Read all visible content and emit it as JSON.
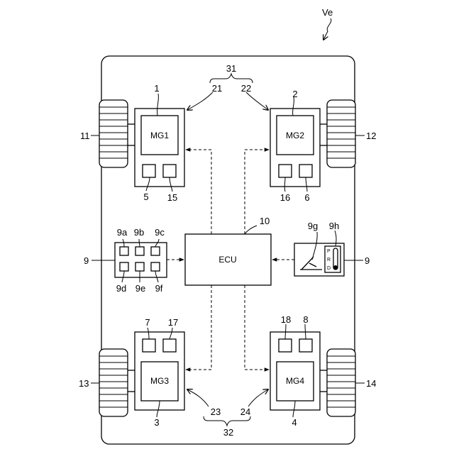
{
  "vehicle_label": "Ve",
  "labels": {
    "mg1": "MG1",
    "mg2": "MG2",
    "mg3": "MG3",
    "mg4": "MG4",
    "ecu": "ECU",
    "n1": "1",
    "n2": "2",
    "n3": "3",
    "n4": "4",
    "n5": "5",
    "n6": "6",
    "n7": "7",
    "n8": "8",
    "n9_left": "9",
    "n9_right": "9",
    "n9a": "9a",
    "n9b": "9b",
    "n9c": "9c",
    "n9d": "9d",
    "n9e": "9e",
    "n9f": "9f",
    "n9g": "9g",
    "n9h": "9h",
    "n10": "10",
    "n11": "11",
    "n12": "12",
    "n13": "13",
    "n14": "14",
    "n15": "15",
    "n16": "16",
    "n17": "17",
    "n18": "18",
    "n21": "21",
    "n22": "22",
    "n23": "23",
    "n24": "24",
    "n31": "31",
    "n32": "32"
  },
  "shift_positions": [
    "P",
    "R",
    "D"
  ]
}
